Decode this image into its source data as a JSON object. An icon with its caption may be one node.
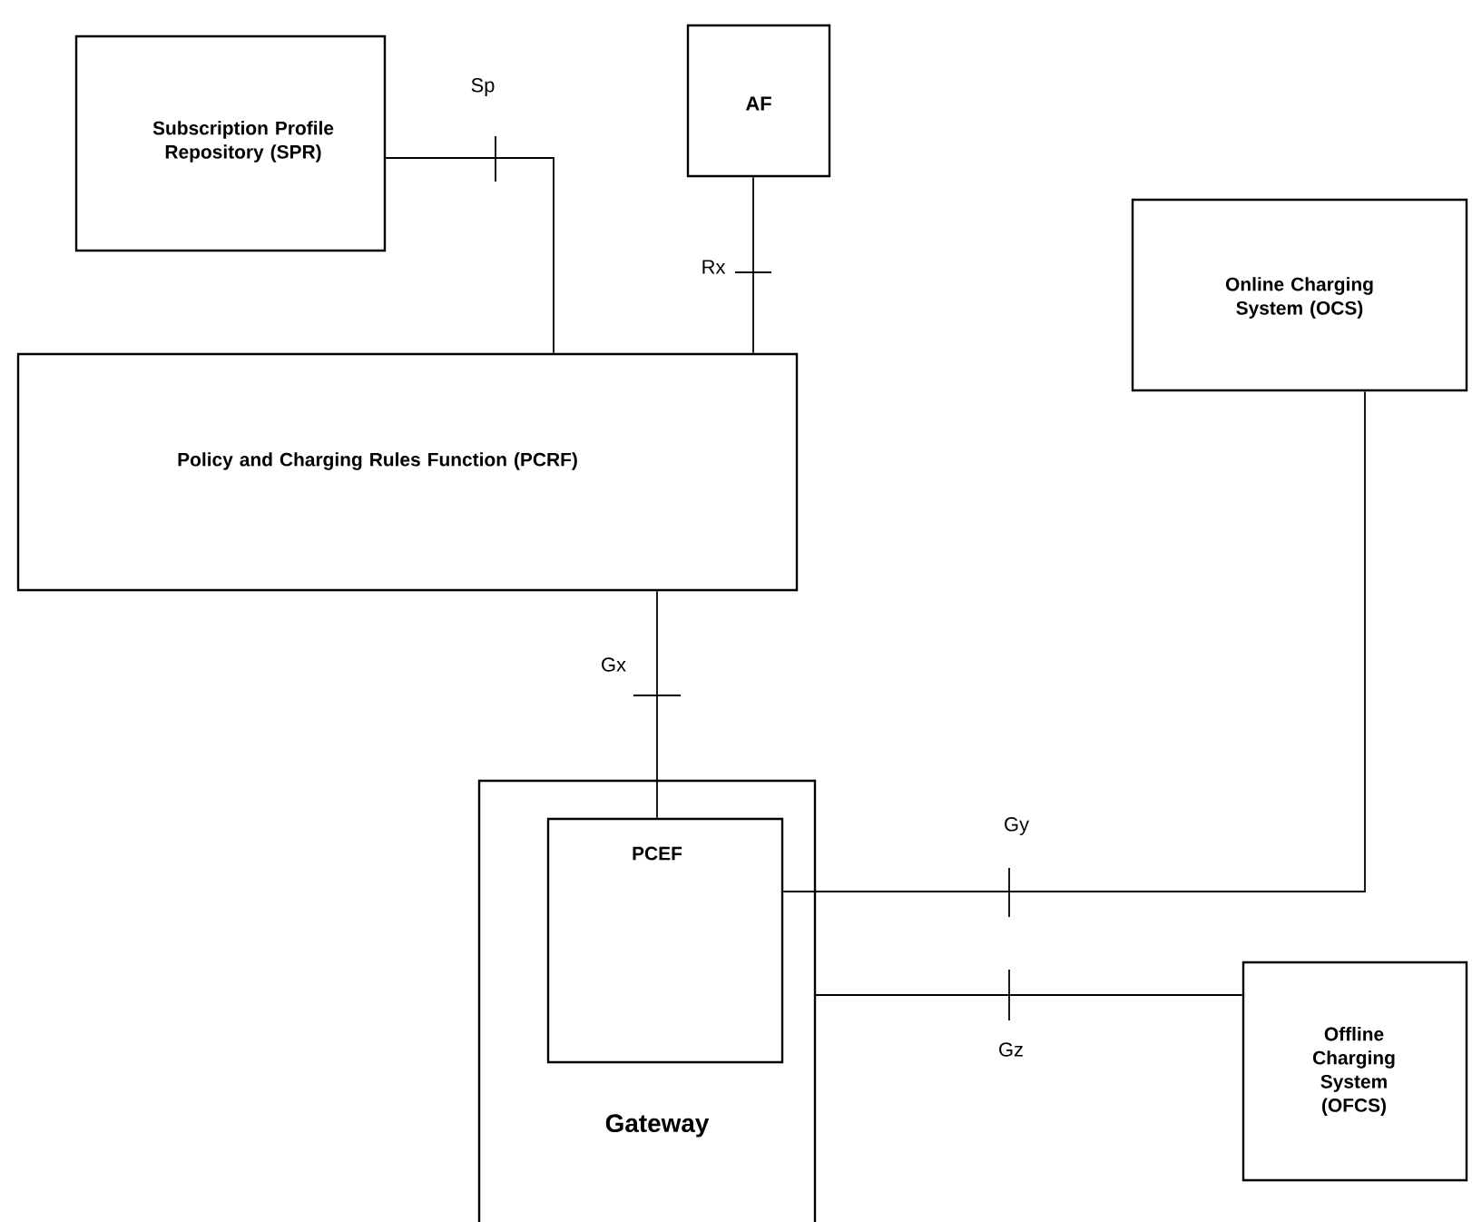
{
  "diagram": {
    "nodes": [
      {
        "text": [
          "Subscription Profile Repository (SPR)"
        ]
      },
      {
        "text": [
          "AF"
        ]
      },
      {
        "text": [
          "Online Charging System (OCS)"
        ]
      },
      {
        "text": [
          "Policy and Charging Rules Function (PCRF)"
        ]
      },
      {
        "text": [
          "Gateway"
        ]
      },
      {
        "text": [
          "PCEF"
        ],
        "in": 4
      },
      {
        "text": [
          "Offline Charging System (OFCS)"
        ]
      }
    ],
    "edges": [
      {
        "from": 0,
        "to": 3,
        "arrow": "none",
        "label": "Sp"
      },
      {
        "from": 1,
        "to": 3,
        "arrow": "none",
        "label": "Rx"
      },
      {
        "from": 3,
        "to": 5,
        "arrow": "none",
        "label": "Gx"
      },
      {
        "from": 5,
        "to": 2,
        "arrow": "none",
        "label": "Gy"
      },
      {
        "from": 4,
        "to": 6,
        "arrow": "none",
        "label": "Gz"
      }
    ]
  }
}
